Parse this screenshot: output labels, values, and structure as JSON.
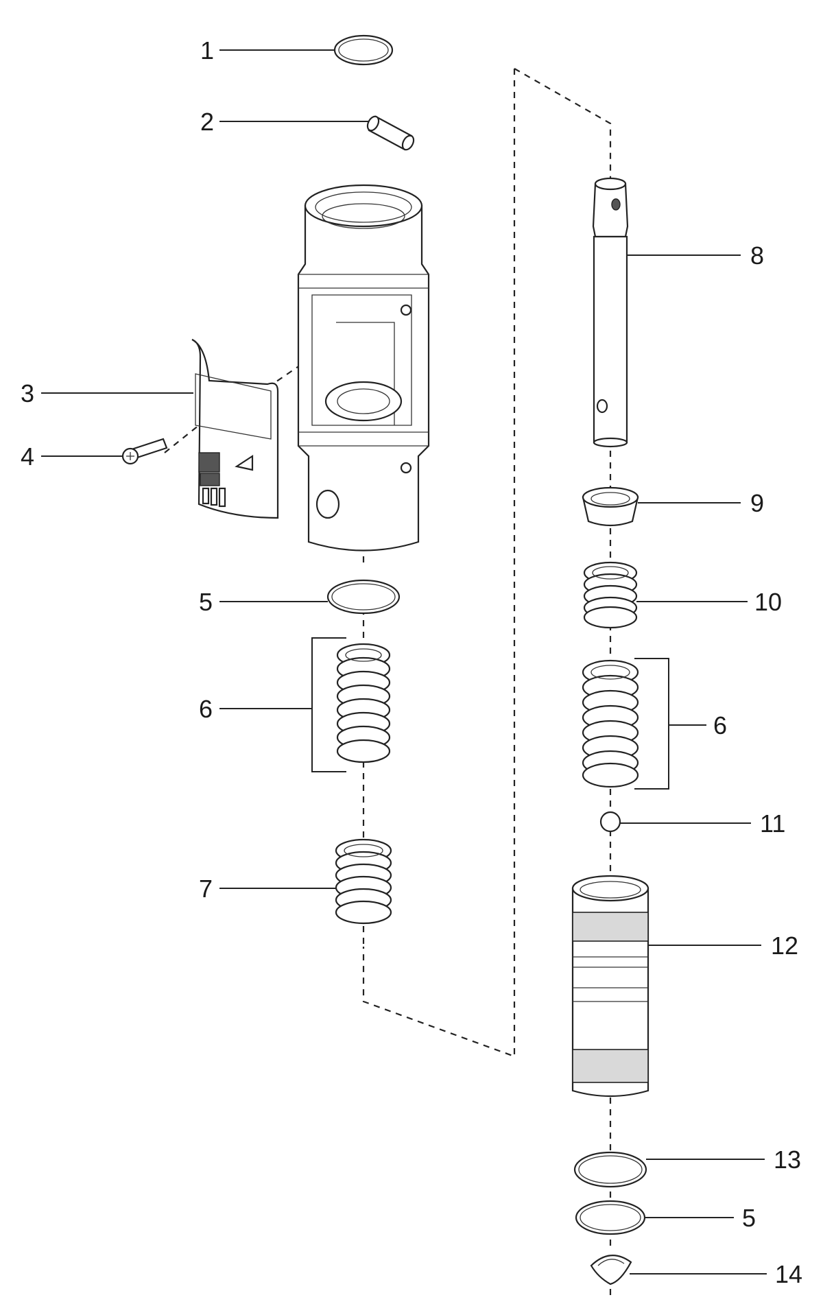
{
  "callouts": [
    {
      "id": "c1",
      "label": "1"
    },
    {
      "id": "c2",
      "label": "2"
    },
    {
      "id": "c3",
      "label": "3"
    },
    {
      "id": "c4",
      "label": "4"
    },
    {
      "id": "c5a",
      "label": "5"
    },
    {
      "id": "c6a",
      "label": "6"
    },
    {
      "id": "c7",
      "label": "7"
    },
    {
      "id": "c8",
      "label": "8"
    },
    {
      "id": "c9",
      "label": "9"
    },
    {
      "id": "c10",
      "label": "10"
    },
    {
      "id": "c6b",
      "label": "6"
    },
    {
      "id": "c11",
      "label": "11"
    },
    {
      "id": "c12",
      "label": "12"
    },
    {
      "id": "c13",
      "label": "13"
    },
    {
      "id": "c5b",
      "label": "5"
    },
    {
      "id": "c14",
      "label": "14"
    }
  ]
}
